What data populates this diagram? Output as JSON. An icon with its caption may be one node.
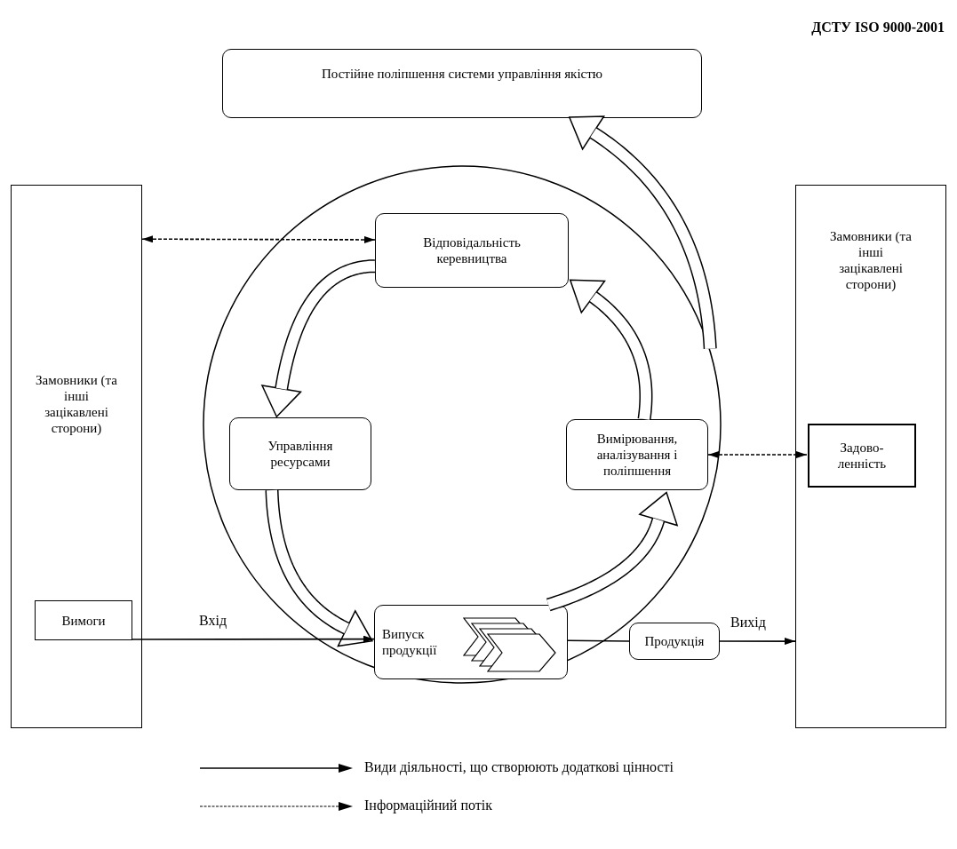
{
  "diagram": {
    "title": "ДСТУ ISO 9000-2001",
    "nodes": [
      {
        "text": [
          "Постійне поліпшення системи управління якістю"
        ]
      },
      {
        "text": [
          "Замовники (та інші зацікавлені сторони)"
        ]
      },
      {
        "text": [
          "Вимоги"
        ],
        "in": 1
      },
      {
        "text": [],
        "shape": "circle"
      },
      {
        "text": [
          "Відповідальність керевництва"
        ],
        "in": 3
      },
      {
        "text": [
          "Управління ресурсами"
        ],
        "in": 3
      },
      {
        "text": [
          "Вимірювання, аналізування і поліпшення"
        ],
        "in": 3
      },
      {
        "text": [
          "Випуск продукції"
        ],
        "in": 3
      },
      {
        "text": [
          "Продукція"
        ]
      },
      {
        "text": [
          "Замовники (та інші зацікавлені сторони)"
        ]
      },
      {
        "text": [
          "Задово- ленність"
        ],
        "in": 9
      }
    ],
    "edges": [
      {
        "from": 1,
        "to": 4,
        "arrow": "both",
        "style": "dashed"
      },
      {
        "from": 4,
        "to": 5,
        "arrow": "to",
        "style": "thick"
      },
      {
        "from": 5,
        "to": 7,
        "arrow": "to",
        "style": "thick"
      },
      {
        "from": 7,
        "to": 6,
        "arrow": "to",
        "style": "thick"
      },
      {
        "from": 6,
        "to": 4,
        "arrow": "to",
        "style": "thick"
      },
      {
        "from": 3,
        "to": 0,
        "arrow": "to",
        "style": "thick"
      },
      {
        "from": 2,
        "to": 7,
        "arrow": "to",
        "label": "Вхід"
      },
      {
        "from": 7,
        "to": 8,
        "arrow": "none"
      },
      {
        "from": 8,
        "to": 9,
        "arrow": "to",
        "label": "Вихід"
      },
      {
        "from": 6,
        "to": 10,
        "arrow": "both",
        "style": "dashed"
      }
    ],
    "legend": [
      {
        "text": "Види діяльності, що створюють додаткові цінності"
      },
      {
        "text": "Інформаційний потік"
      }
    ]
  }
}
